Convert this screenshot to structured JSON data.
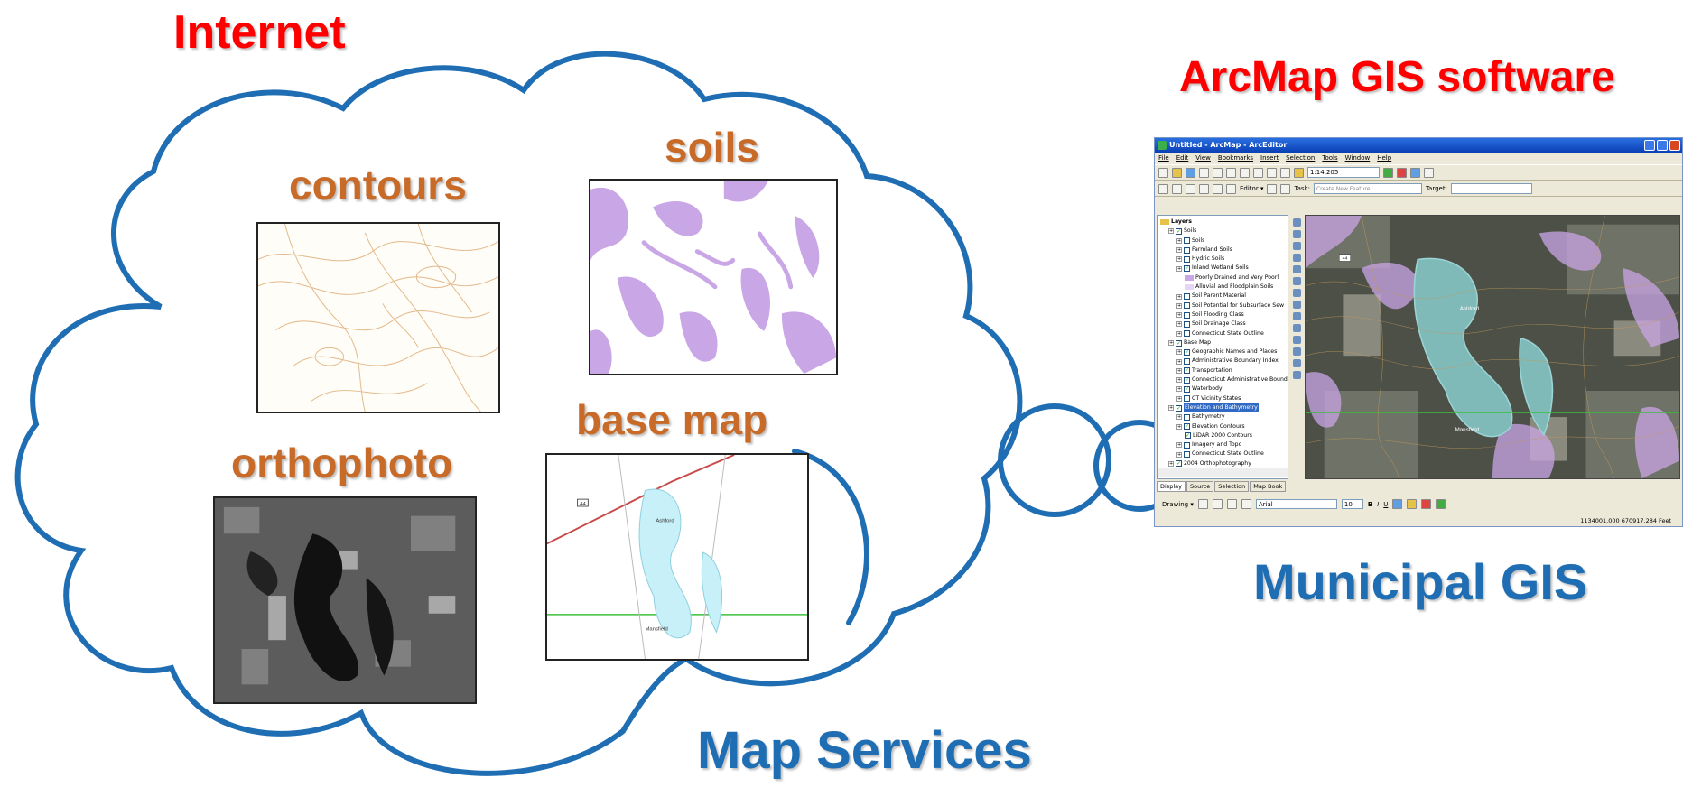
{
  "labels": {
    "internet": "Internet",
    "arcmap_software": "ArcMap GIS software",
    "municipal_gis": "Municipal GIS",
    "map_services": "Map Services"
  },
  "layers": {
    "contours": "contours",
    "soils": "soils",
    "orthophoto": "orthophoto",
    "base_map": "base map"
  },
  "base_map_thumb": {
    "route_label": "44",
    "place_labels": [
      "Ashford",
      "Mansfield"
    ]
  },
  "arcmap_window": {
    "title": "Untitled - ArcMap - ArcEditor",
    "menu": [
      "File",
      "Edit",
      "View",
      "Bookmarks",
      "Insert",
      "Selection",
      "Tools",
      "Window",
      "Help"
    ],
    "scale": "1:14,205",
    "editor_label": "Editor ▾",
    "task_label": "Task:",
    "task_value": "Create New Feature",
    "target_label": "Target:",
    "toc_rows": [
      {
        "text": "Layers",
        "level": 0,
        "check": false,
        "bold": true
      },
      {
        "text": "Soils",
        "level": 1,
        "check": true
      },
      {
        "text": "Soils",
        "level": 2,
        "check": false
      },
      {
        "text": "Farmland Soils",
        "level": 2,
        "check": false
      },
      {
        "text": "Hydric Soils",
        "level": 2,
        "check": false
      },
      {
        "text": "Inland Wetland Soils",
        "level": 2,
        "check": true
      },
      {
        "text": "Poorly Drained and Very Poorl",
        "level": 3,
        "swatch": "#c9a6e6"
      },
      {
        "text": "Alluvial and Floodplain Soils",
        "level": 3,
        "swatch": "#e6d5f5"
      },
      {
        "text": "Soil Parent Material",
        "level": 2,
        "check": false
      },
      {
        "text": "Soil Potential for Subsurface Sew",
        "level": 2,
        "check": false
      },
      {
        "text": "Soil Flooding Class",
        "level": 2,
        "check": false
      },
      {
        "text": "Soil Drainage Class",
        "level": 2,
        "check": false
      },
      {
        "text": "Connecticut State Outline",
        "level": 2,
        "check": false
      },
      {
        "text": "Base Map",
        "level": 1,
        "check": true
      },
      {
        "text": "Geographic Names and Places",
        "level": 2,
        "check": true
      },
      {
        "text": "Administrative Boundary Index",
        "level": 2,
        "check": false
      },
      {
        "text": "Transportation",
        "level": 2,
        "check": true
      },
      {
        "text": "Connecticut Administrative Bound",
        "level": 2,
        "check": true
      },
      {
        "text": "Waterbody",
        "level": 2,
        "check": true
      },
      {
        "text": "CT Vicinity States",
        "level": 2,
        "check": false
      },
      {
        "text": "Elevation and Bathymetry",
        "level": 1,
        "check": true,
        "selected": true
      },
      {
        "text": "Bathymetry",
        "level": 2,
        "check": false
      },
      {
        "text": "Elevation Contours",
        "level": 2,
        "check": true
      },
      {
        "text": "LiDAR 2000 Contours",
        "level": 3,
        "check": true
      },
      {
        "text": "Imagery and Topo",
        "level": 2,
        "check": false
      },
      {
        "text": "Connecticut State Outline",
        "level": 2,
        "check": false
      },
      {
        "text": "2004 Orthophotography",
        "level": 1,
        "check": true
      }
    ],
    "tabs": [
      "Display",
      "Source",
      "Selection",
      "Map Book"
    ],
    "drawing_label": "Drawing ▾",
    "font_name": "Arial",
    "font_size": "10",
    "map_labels": [
      "44",
      "Ashford",
      "Mansfield"
    ],
    "status_text": "1134001.000  670917.284 Feet"
  },
  "colors": {
    "cloud_stroke": "#1f6eb3",
    "red_title": "#ff0000",
    "blue_title": "#1f6eb3",
    "orange_layer": "#c96b28",
    "soils_fill": "#c9a6e6",
    "water_fill": "#c8f0f8"
  }
}
